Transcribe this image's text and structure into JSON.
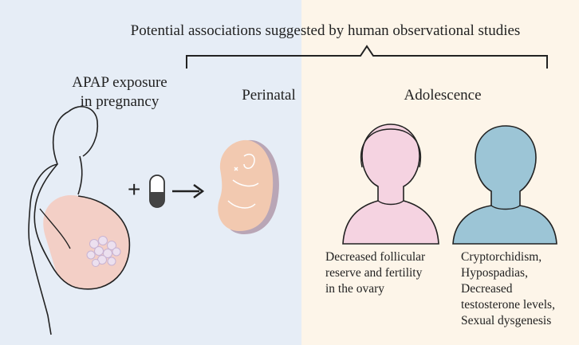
{
  "header": {
    "title": "Potential associations suggested by human observational studies"
  },
  "exposure": {
    "label_line1": "APAP exposure",
    "label_line2": "in pregnancy",
    "plus_symbol": "+"
  },
  "stages": {
    "perinatal": "Perinatal",
    "adolescence": "Adolescence"
  },
  "outcomes": {
    "female": {
      "lines": [
        "Decreased follicular",
        "reserve and fertility",
        "in the ovary"
      ]
    },
    "male": {
      "lines": [
        "Cryptorchidism,",
        "Hypospadias,",
        "Decreased",
        "testosterone levels,",
        "Sexual dysgenesis"
      ]
    }
  },
  "colors": {
    "left_background": "#e6edf6",
    "right_background": "#fdf5e9",
    "female_figure": "#f5d3e1",
    "male_figure": "#9cc5d6",
    "fetus": "#f2c9b0",
    "belly": "#f3cfc6"
  }
}
